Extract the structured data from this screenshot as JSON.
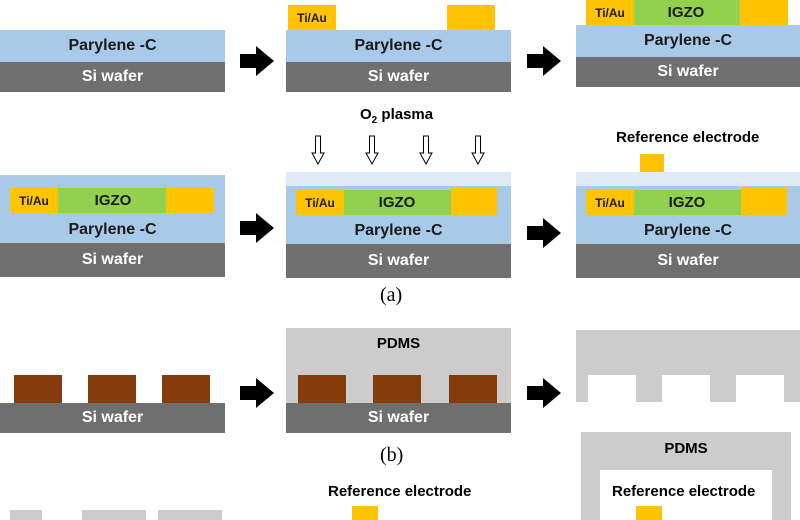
{
  "labels": {
    "si_wafer": "Si wafer",
    "parylene": "Parylene -C",
    "tiau": "Ti/Au",
    "igzo": "IGZO",
    "o2_plasma_main": "O",
    "o2_plasma_sub": "2",
    "o2_plasma_rest": " plasma",
    "reference_electrode": "Reference electrode",
    "pdms": "PDMS"
  },
  "captions": {
    "a": "(a)",
    "b": "(b)"
  },
  "colors": {
    "si_wafer": "#6f6f6f",
    "parylene": "#a9c9e8",
    "gold": "#ffc400",
    "igzo": "#92d050",
    "plasma_treated": "#deebf7",
    "pdms": "#cccccc",
    "mold": "#843c0c"
  }
}
